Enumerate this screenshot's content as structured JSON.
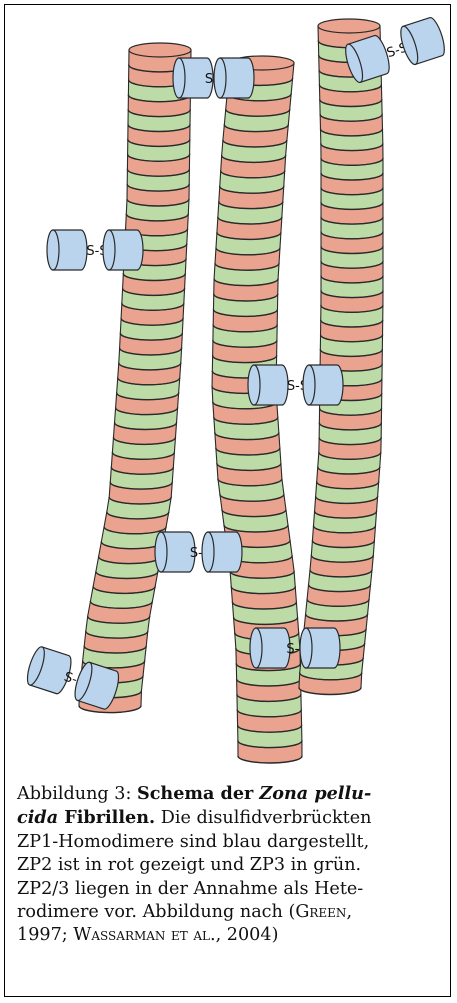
{
  "colors": {
    "zp2": "#eaa38f",
    "zp3": "#bcdba7",
    "zp1": "#b9d4ec",
    "outline": "#2a2a2a"
  },
  "bond_label": "S-S",
  "caption": {
    "prefix": "Abbildung 3: ",
    "title_part1": "Schema der ",
    "title_italic": "Zona pellu-",
    "title_italic_2": "cida",
    "title_part2": " Fibrillen.",
    "line2_rest": " Die disulfidverbrückten",
    "line3": "ZP1-Homodimere sind blau dargestellt,",
    "line4": "ZP2 ist in rot gezeigt und ZP3 in grün.",
    "line5": "ZP2/3 liegen in der Annahme als Hete-",
    "line6_pre": "rodimere vor. Abbildung nach (",
    "author1": "Green",
    "line6_post": ",",
    "line7_pre": "1997; ",
    "author2": "Wassarman et al.",
    "line7_post": ", 2004)"
  },
  "fibrils": [
    {
      "segments": "rrgrgrgrgrgrgrgrgrgrgrgrgrgrgrgrgrgrgrgrgrgr"
    },
    {
      "segments": "rgrgrgrgrgrgrgrgrgrgrgrgrgrgrgrgrgrgrgrgrgrgr"
    },
    {
      "segments": "rgrgrgrgrgrgrgrgrgrgrgrgrgrgrgrgrgrgrgrgrgrgr"
    }
  ]
}
